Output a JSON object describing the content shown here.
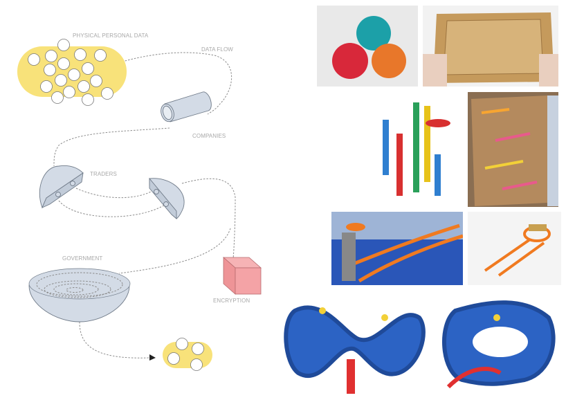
{
  "diagram": {
    "labels": {
      "physical_personal_data": "PHYSICAL PERSONAL DATA",
      "data_flow": "DATA FLOW",
      "companies": "COMPANIES",
      "traders": "TRADERS",
      "government": "GOVERNMENT",
      "encryption": "ENCRYPTION"
    },
    "colors": {
      "data_blob": "#f8e27a",
      "object_fill": "#d3dbe6",
      "object_stroke": "#6f7a88",
      "encryption_cube": "#f4a3a6",
      "dash": "#8a8a8a"
    }
  },
  "photos": [
    {
      "subject": "maze-balls"
    },
    {
      "subject": "cardboard-labyrinth"
    },
    {
      "subject": "marble-run-toy"
    },
    {
      "subject": "cardboard-marble-wall"
    },
    {
      "subject": "toy-car-track"
    },
    {
      "subject": "loop-car-track"
    },
    {
      "subject": "water-play-track-1"
    },
    {
      "subject": "water-play-track-2"
    }
  ]
}
